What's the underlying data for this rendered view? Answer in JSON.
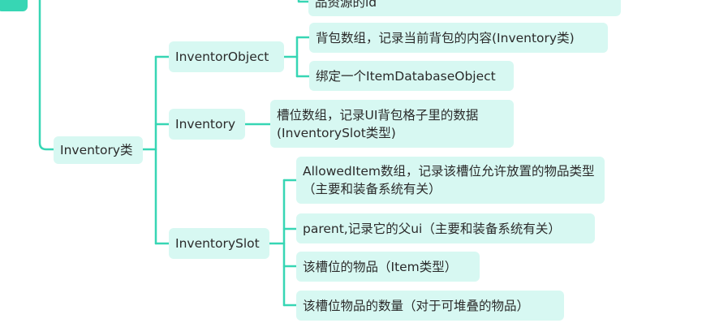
{
  "diagram": {
    "edge_color": "#37d6b4",
    "node_fill": "#d7f8f2",
    "text_color": "#2b2b2b",
    "nodes": {
      "top_partial": "品资源的id",
      "inventory_class": "Inventory类",
      "inventor_object": "InventorObject",
      "inventory": "Inventory",
      "inventory_slot": "InventorySlot",
      "bag_array": "背包数组，记录当前背包的内容(Inventory类)",
      "bind_db": "绑定一个ItemDatabaseObject",
      "slot_array": "槽位数组，记录UI背包格子里的数据(InventorySlot类型)",
      "allowed_item": "AllowedItem数组，记录该槽位允许放置的物品类型（主要和装备系统有关）",
      "parent": "parent,记录它的父ui（主要和装备系统有关）",
      "slot_item": "该槽位的物品（Item类型）",
      "slot_amount": "该槽位物品的数量（对于可堆叠的物品）"
    }
  }
}
